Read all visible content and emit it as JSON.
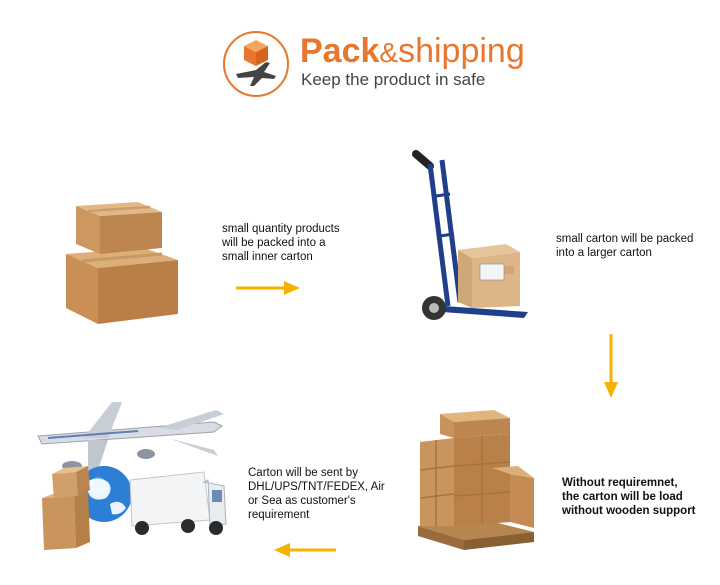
{
  "header": {
    "title_main": "Pack",
    "title_amp": "&",
    "title_rest": "shipping",
    "subtitle": "Keep the product in safe",
    "logo_icon": "box-plane-logo-icon"
  },
  "colors": {
    "accent": "#e8772e",
    "arrow": "#f6b400",
    "box": "#c9945a"
  },
  "steps": [
    {
      "image": "cardboard-boxes-image",
      "caption_lines": [
        "small quantity products",
        "will be packed into a",
        "small inner carton"
      ]
    },
    {
      "image": "hand-truck-carton-image",
      "caption_lines": [
        "small carton will be packed",
        "into a larger carton"
      ]
    },
    {
      "image": "pallet-boxes-image",
      "caption_lines": [
        "Without requiremnet,",
        "the carton will be load",
        "without wooden support"
      ]
    },
    {
      "image": "airplane-globe-truck-image",
      "caption_lines": [
        "Carton will be sent by",
        "DHL/UPS/TNT/FEDEX, Air",
        "or Sea as customer's",
        "requirement"
      ]
    }
  ]
}
